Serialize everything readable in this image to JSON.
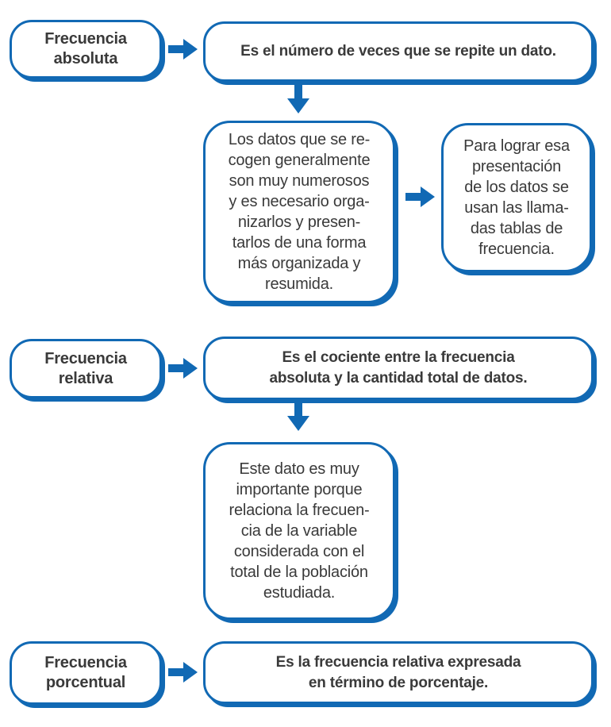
{
  "colors": {
    "blue": "#1169b4",
    "text": "#3a3a3a"
  },
  "icons": {
    "arrow_right": "arrow-right-icon",
    "arrow_down": "arrow-down-icon"
  },
  "flowchart": {
    "absoluta": {
      "term": "Frecuencia\nabsoluta",
      "definition": "Es el número de veces que se repite un dato.",
      "detail": "Los datos que se re-\ncogen generalmente\nson muy numerosos\ny es necesario orga-\nnizarlos y presen-\ntarlos de una forma\nmás organizada y\nresumida.",
      "aside": "Para lograr esa\npresentación\nde los datos se\nusan las llama-\ndas tablas de\nfrecuencia."
    },
    "relativa": {
      "term": "Frecuencia\nrelativa",
      "definition": "Es el cociente entre la frecuencia\nabsoluta y la cantidad total de datos.",
      "detail": "Este dato es muy\nimportante porque\nrelaciona la frecuen-\ncia de la variable\nconsiderada con el\ntotal de la población\nestudiada."
    },
    "porcentual": {
      "term": "Frecuencia\nporcentual",
      "definition": "Es la frecuencia relativa expresada\nen término de porcentaje."
    }
  }
}
